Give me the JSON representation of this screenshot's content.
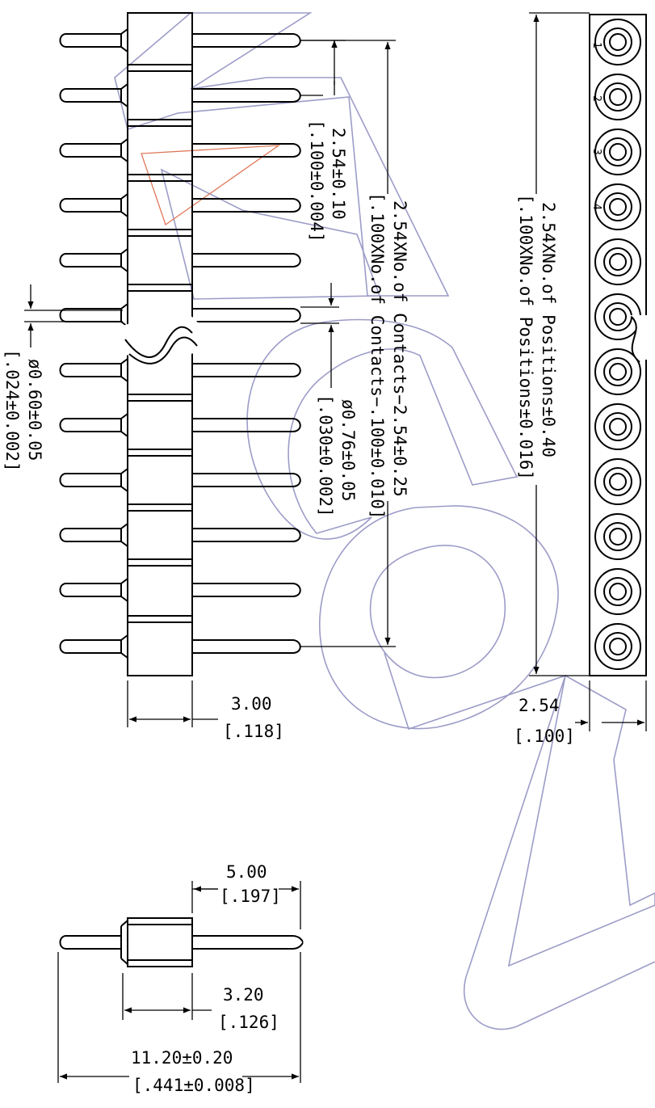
{
  "pitch": {
    "value": "2.54±0.10",
    "inch": "[.100±0.004]"
  },
  "tail_dia": {
    "value": "ø0.60±0.05",
    "inch": "[.024±0.002]"
  },
  "pin_dia": {
    "value": "ø0.76±0.05",
    "inch": "[.030±0.002]"
  },
  "row_length": {
    "value": "2.54XNo.of Contacts−2.54±0.25",
    "inch": "[.100XNo.of Contacts−.100±0.010]"
  },
  "strip_length": {
    "value": "2.54XNo.of Positions±0.40",
    "inch": "[.100XNo.of Positions±0.016]"
  },
  "body_width": {
    "value": "3.00",
    "inch": "[.118]"
  },
  "strip_width": {
    "value": "2.54",
    "inch": "[.100]"
  },
  "pin_length": {
    "value": "5.00",
    "inch": "[.197]"
  },
  "body_length": {
    "value": "3.20",
    "inch": "[.126]"
  },
  "overall_length": {
    "value": "11.20±0.20",
    "inch": "[.441±0.008]"
  },
  "position_numbers": [
    "1",
    "2",
    "3",
    "4"
  ],
  "colors": {
    "line": "#000000",
    "watermark": "#9c9cc8",
    "watermark_accent": "#e0785a"
  }
}
